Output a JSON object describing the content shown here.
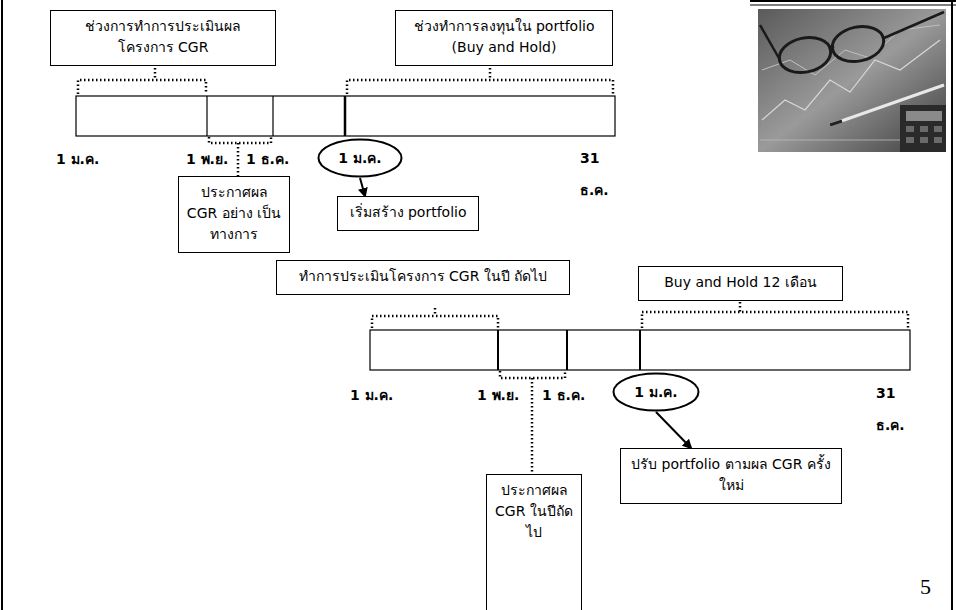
{
  "diagram": {
    "nodes": [
      {
        "text": [
          "ช่วงการทำการประเมินผล โครงการ CGR"
        ]
      },
      {
        "text": [
          "ช่วงทำการลงทุนใน portfolio (Buy and Hold)"
        ]
      },
      {
        "text": [
          "1 ม.ค."
        ]
      },
      {
        "text": [
          "ประกาศผล CGR อย่าง เป็นทางการ"
        ]
      },
      {
        "text": [
          "เริ่มสร้าง portfolio"
        ]
      },
      {
        "text": [
          "ทำการประเมินโครงการ CGR ในปี ถัดไป"
        ]
      },
      {
        "text": [
          "Buy and Hold 12 เดือน"
        ]
      },
      {
        "text": [
          "1 ม.ค."
        ]
      },
      {
        "text": [
          "ปรับ portfolio ตามผล CGR ครั้ง ใหม่"
        ]
      },
      {
        "text": [
          "ประกาศผล CGR ในปีถัดไป"
        ]
      }
    ],
    "edges": [
      {
        "from": 2,
        "to": 4,
        "arrow": "to"
      },
      {
        "from": 7,
        "to": 8,
        "arrow": "to"
      }
    ],
    "labels": [
      "1 ม.ค.",
      "1 พ.ย.",
      "1 ธ.ค.",
      "31 ธ.ค.",
      "1 ม.ค.",
      "1 พ.ย.",
      "1 ธ.ค.",
      "31 ธ.ค.",
      "5"
    ]
  }
}
